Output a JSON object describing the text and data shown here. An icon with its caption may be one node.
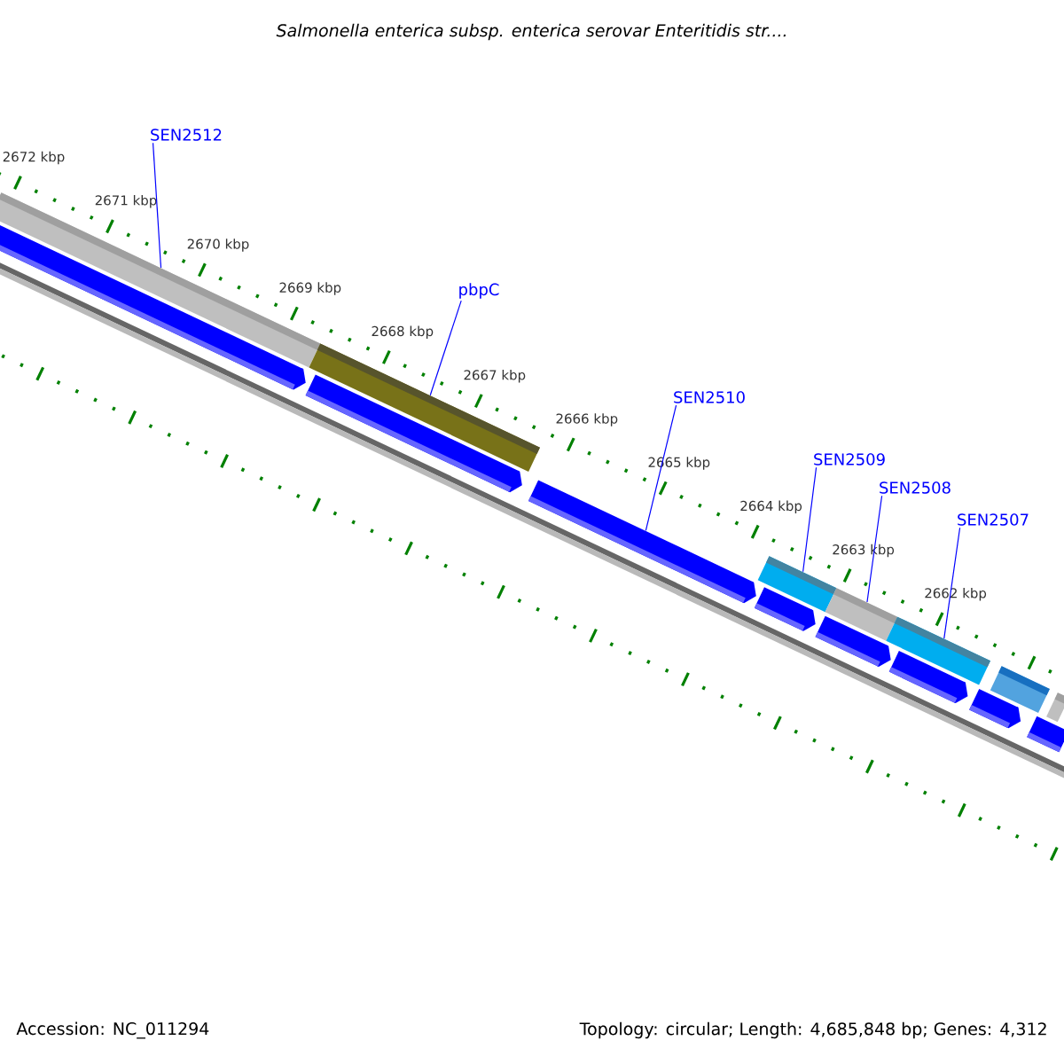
{
  "diagram": {
    "title": "Salmonella enterica subsp. enterica serovar Enteritidis str....",
    "nodes": [
      {
        "text": [
          "SEN2512"
        ]
      },
      {
        "text": [
          "pbpC"
        ]
      },
      {
        "text": [
          "SEN2510"
        ]
      },
      {
        "text": [
          "SEN2509"
        ]
      },
      {
        "text": [
          "SEN2508"
        ]
      },
      {
        "text": [
          "SEN2507"
        ]
      },
      {
        "text": [],
        "shape": "bar"
      },
      {
        "text": [],
        "shape": "bar"
      },
      {
        "text": [],
        "shape": "bar"
      },
      {
        "text": [],
        "shape": "bar"
      },
      {
        "text": [],
        "shape": "bar"
      },
      {
        "text": [],
        "shape": "bar"
      },
      {
        "text": [],
        "shape": "bar"
      },
      {
        "text": [],
        "shape": "arrow"
      },
      {
        "text": [],
        "shape": "arrow"
      },
      {
        "text": [],
        "shape": "arrow"
      },
      {
        "text": [],
        "shape": "arrow"
      },
      {
        "text": [],
        "shape": "arrow"
      },
      {
        "text": [],
        "shape": "arrow"
      },
      {
        "text": [],
        "shape": "arrow"
      },
      {
        "text": [],
        "shape": "arrow"
      }
    ],
    "edges": [
      {
        "from": 0,
        "to": 6,
        "arrow": "none"
      },
      {
        "from": 1,
        "to": 7,
        "arrow": "none"
      },
      {
        "from": 2,
        "to": 15,
        "arrow": "none"
      },
      {
        "from": 3,
        "to": 8,
        "arrow": "none"
      },
      {
        "from": 4,
        "to": 9,
        "arrow": "none"
      },
      {
        "from": 5,
        "to": 10,
        "arrow": "none"
      }
    ],
    "labels": [
      "2672 kbp",
      "2671 kbp",
      "2670 kbp",
      "2669 kbp",
      "2668 kbp",
      "2667 kbp",
      "2666 kbp",
      "2665 kbp",
      "2664 kbp",
      "2663 kbp",
      "2662 kbp",
      "Accession: NC_011294",
      "Topology: circular; Length: 4,685,848 bp; Genes: 4,312"
    ]
  }
}
